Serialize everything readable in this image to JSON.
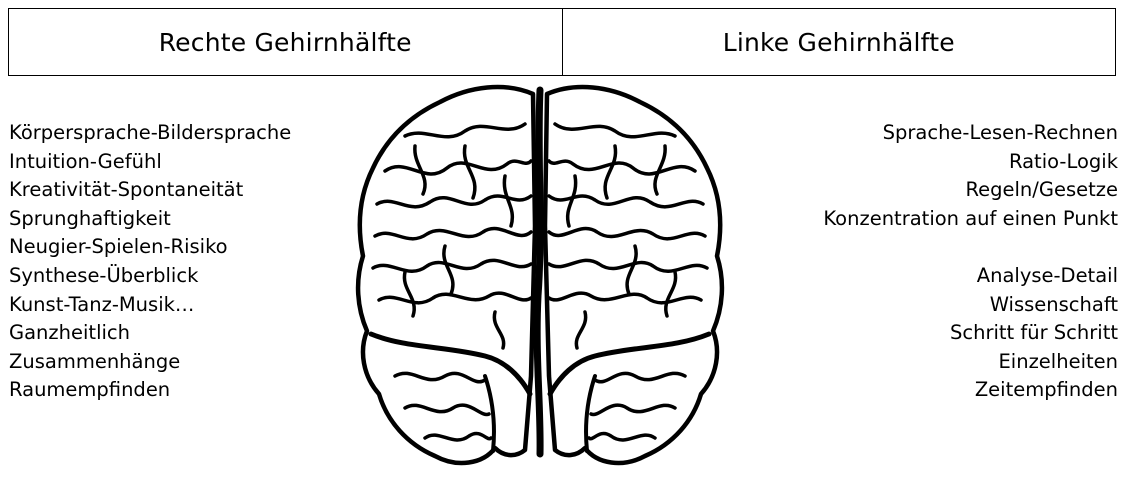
{
  "header": {
    "left_title": "Rechte Gehirnhälfte",
    "right_title": "Linke Gehirnhälfte"
  },
  "right_brain_traits": [
    "Körpersprache-Bildersprache",
    "Intuition-Gefühl",
    "Kreativität-Spontaneität",
    "Sprunghaftigkeit",
    "Neugier-Spielen-Risiko",
    "Synthese-Überblick",
    "Kunst-Tanz-Musik…",
    "Ganzheitlich",
    "Zusammenhänge",
    "Raumempfinden"
  ],
  "left_brain_traits_group1": [
    "Sprache-Lesen-Rechnen",
    "Ratio-Logik",
    "Regeln/Gesetze",
    "Konzentration auf einen Punkt"
  ],
  "left_brain_traits_group2": [
    "Analyse-Detail",
    "Wissenschaft",
    "Schritt für Schritt",
    "Einzelheiten",
    "Zeitempfinden"
  ],
  "colors": {
    "ink": "#000000",
    "background": "#ffffff"
  }
}
